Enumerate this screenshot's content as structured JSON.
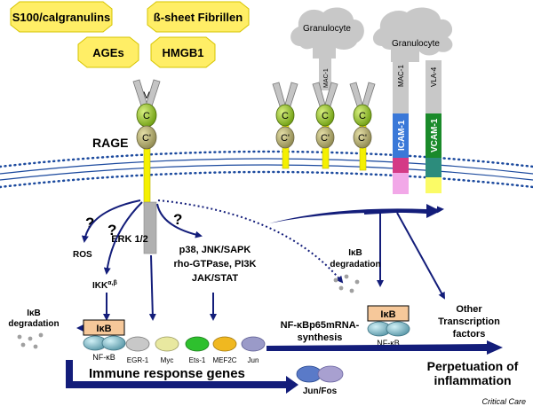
{
  "ligands": {
    "s100": "S100/calgranulins",
    "fibrillen": "ß-sheet Fibrillen",
    "ages": "AGEs",
    "hmgb1": "HMGB1"
  },
  "cells": {
    "granulocyte_left": "Granulocyte",
    "granulocyte_right": "Granulocyte"
  },
  "receptor": {
    "label": "RAGE",
    "domain_v": "V",
    "domain_c": "C",
    "domain_c_prime": "C'"
  },
  "adhesion": {
    "mac1_stem": "MAC-1",
    "mac1_bar": "MAC-1",
    "vla4": "VLA-4",
    "icam1": "ICAM-1",
    "vcam1": "VCAM-1"
  },
  "signaling": {
    "question": "?",
    "ros": "ROS",
    "ikk": "IKK",
    "ikk_sup": "α,β",
    "erk": "ERK 1/2",
    "kinases": [
      "p38, JNK/SAPK",
      "rho-GTPase, PI3K",
      "JAK/STAT"
    ],
    "ikb_degradation_left": [
      "IκB",
      "degradation"
    ],
    "ikb_degradation_right": [
      "IκB",
      "degradation"
    ],
    "ikb_box": "IκB",
    "nfkb": "NF-κB",
    "nfkb_synthesis": [
      "NF-κBp65mRNA-",
      "synthesis"
    ],
    "other_tf": [
      "Other",
      "Transcription",
      "factors"
    ]
  },
  "transcription_factors": [
    "EGR-1",
    "Myc",
    "Ets-1",
    "MEF2C",
    "Jun"
  ],
  "outputs": {
    "jun_fos": "Jun/Fos",
    "immune_genes": "Immune response genes",
    "perpetuation": [
      "Perpetuation of",
      "inflammation"
    ]
  },
  "credit": "Critical Care",
  "colors": {
    "ligand_fill": "#ffee66",
    "v_domain": "#c4c4c4",
    "c_domain": "#88b81c",
    "c_prime_domain": "#b3ac6c",
    "stem": "#f4f000",
    "membrane": "#1c4a9e",
    "arrow": "#131d7a",
    "icam1": "#3a78d8",
    "vcam1": "#1a8a2a",
    "magenta": "#d43a86",
    "pink": "#f2a8e8",
    "teal": "#2c8c7c",
    "yellow": "#fbfb66",
    "ikb_box": "#f6c89a",
    "nfkb_oval": "#7fb8c4",
    "erk_bar": "#b0b0b0",
    "egr1": "#c8c8c8",
    "myc": "#e8e8a0",
    "ets1": "#2ec02e",
    "mef2c": "#f0b820",
    "jun": "#9a9ac8",
    "jun_oval": "#5a7ac8",
    "fos_oval": "#a8a0d0"
  }
}
